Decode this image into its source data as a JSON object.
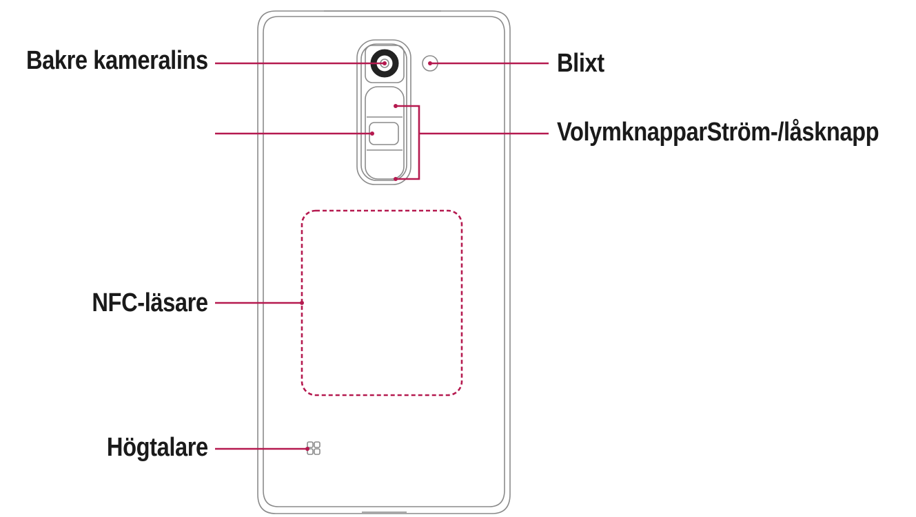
{
  "colors": {
    "outline": "#8a8a8a",
    "callout": "#b5194f",
    "text": "#1a1a1a",
    "background": "#ffffff"
  },
  "labels": {
    "rear_camera": "Bakre kameralins",
    "flash": "Blixt",
    "volume_power": "VolymknapparStröm-/låsknapp",
    "nfc": "NFC-läsare",
    "speaker": "Högtalare"
  }
}
